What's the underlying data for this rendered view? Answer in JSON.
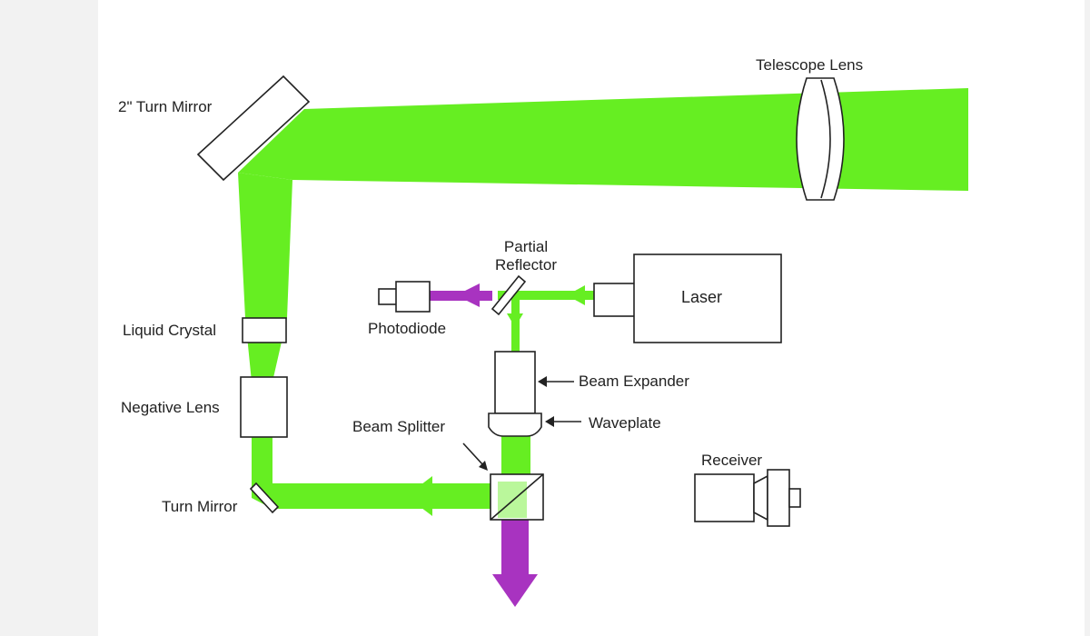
{
  "colors": {
    "beam_green": "#66ee22",
    "beam_purple": "#a833c0",
    "outline": "#222222",
    "background": "#ffffff"
  },
  "labels": {
    "telescope_lens": "Telescope Lens",
    "turn_mirror_2in": "2\" Turn Mirror",
    "partial_reflector_line1": "Partial",
    "partial_reflector_line2": "Reflector",
    "laser": "Laser",
    "photodiode": "Photodiode",
    "liquid_crystal": "Liquid Crystal",
    "beam_expander": "Beam Expander",
    "waveplate": "Waveplate",
    "negative_lens": "Negative Lens",
    "beam_splitter": "Beam Splitter",
    "receiver": "Receiver",
    "turn_mirror": "Turn Mirror"
  }
}
